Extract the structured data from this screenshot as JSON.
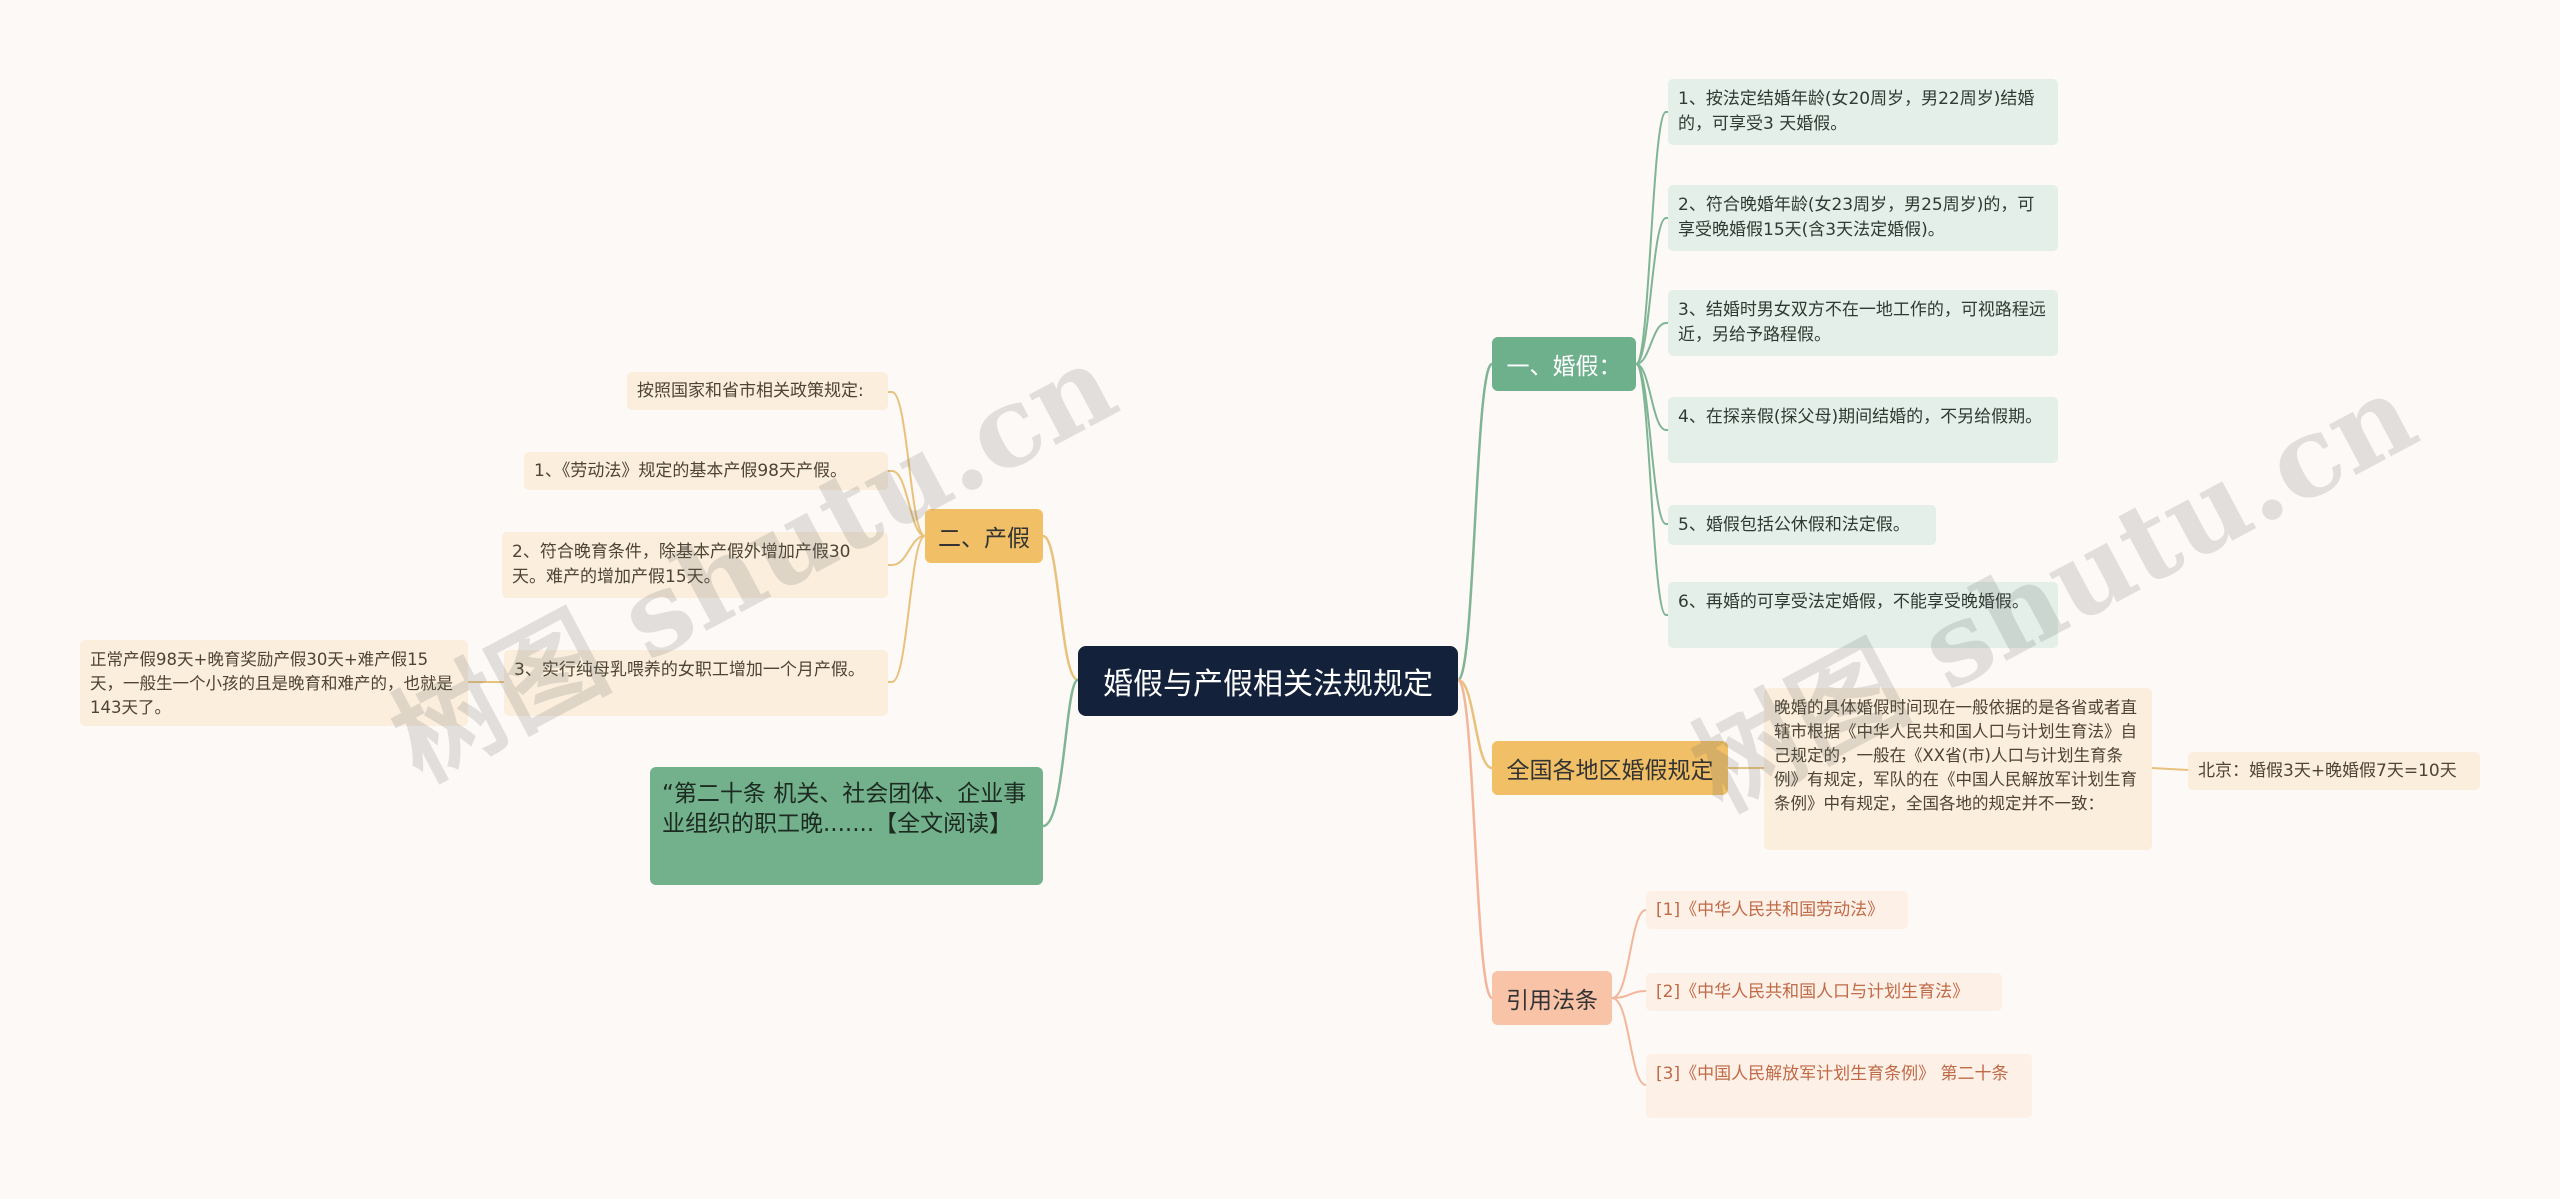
{
  "root": {
    "title": "婚假与产假相关法规规定"
  },
  "marriage_leave": {
    "label": "一、婚假：",
    "items": [
      "1、按法定结婚年龄(女20周岁，男22周岁)结婚的，可享受3 天婚假。",
      "2、符合晚婚年龄(女23周岁，男25周岁)的，可享受晚婚假15天(含3天法定婚假)。",
      "3、结婚时男女双方不在一地工作的，可视路程远近，另给予路程假。",
      "4、在探亲假(探父母)期间结婚的，不另给假期。",
      "5、婚假包括公休假和法定假。",
      "6、再婚的可享受法定婚假，不能享受晚婚假。"
    ]
  },
  "regional": {
    "label": "全国各地区婚假规定",
    "description": "晚婚的具体婚假时间现在一般依据的是各省或者直辖市根据《中华人民共和国人口与计划生育法》自己规定的，一般在《XX省(市)人口与计划生育条例》有规定，军队的在《中国人民解放军计划生育条例》中有规定，全国各地的规定并不一致：",
    "example": "北京：婚假3天+晚婚假7天=10天"
  },
  "references": {
    "label": "引用法条",
    "items": [
      "[1]《中华人民共和国劳动法》",
      "[2]《中华人民共和国人口与计划生育法》",
      "[3]《中国人民解放军计划生育条例》 第二十条"
    ]
  },
  "maternity_leave": {
    "label": "二、产假",
    "items": [
      "按照国家和省市相关政策规定:",
      "1、《劳动法》规定的基本产假98天产假。",
      "2、符合晚育条件，除基本产假外增加产假30天。难产的增加产假15天。",
      "3、实行纯母乳喂养的女职工增加一个月产假。"
    ],
    "total_note": "正常产假98天+晚育奖励产假30天+难产假15天，一般生一个小孩的且是晚育和难产的，也就是143天了。"
  },
  "quote": {
    "text": "“第二十条 机关、社会团体、企业事业组织的职工晚.......【全文阅读】"
  },
  "watermarks": [
    "树图 shutu.cn",
    "树图 shutu.cn"
  ],
  "colors": {
    "root": "#14213a",
    "green": "#6fb08c",
    "gold": "#f0bf66",
    "salmon": "#f8c3a6",
    "line_green": "#7fb595",
    "line_gold": "#e8c27c",
    "line_salmon": "#f2b69a"
  }
}
